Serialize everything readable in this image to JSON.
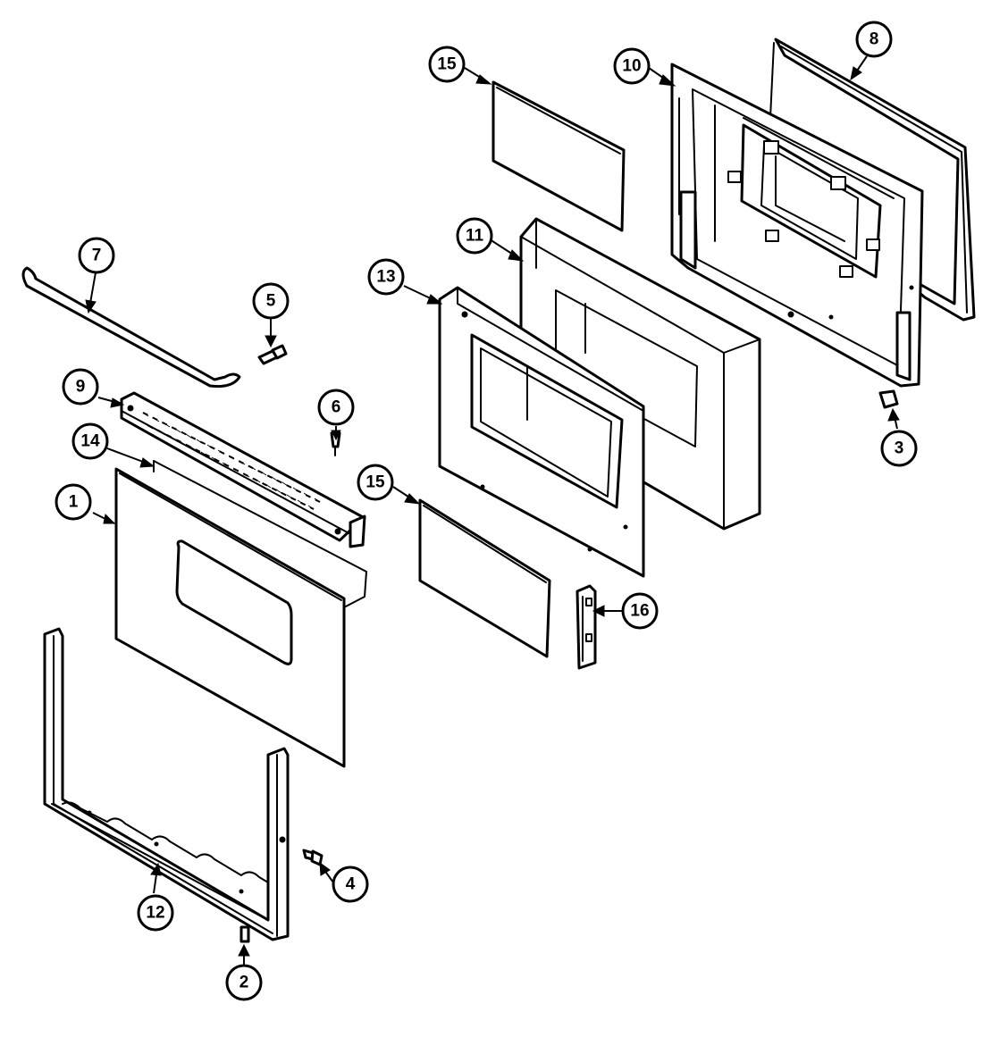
{
  "callouts": [
    {
      "id": "1",
      "label": "1"
    },
    {
      "id": "2",
      "label": "2"
    },
    {
      "id": "3",
      "label": "3"
    },
    {
      "id": "4",
      "label": "4"
    },
    {
      "id": "5",
      "label": "5"
    },
    {
      "id": "6",
      "label": "6"
    },
    {
      "id": "7",
      "label": "7"
    },
    {
      "id": "8",
      "label": "8"
    },
    {
      "id": "9",
      "label": "9"
    },
    {
      "id": "10",
      "label": "10"
    },
    {
      "id": "11",
      "label": "11"
    },
    {
      "id": "12",
      "label": "12"
    },
    {
      "id": "13",
      "label": "13"
    },
    {
      "id": "14",
      "label": "14"
    },
    {
      "id": "15a",
      "label": "15"
    },
    {
      "id": "15b",
      "label": "15"
    },
    {
      "id": "16",
      "label": "16"
    }
  ]
}
